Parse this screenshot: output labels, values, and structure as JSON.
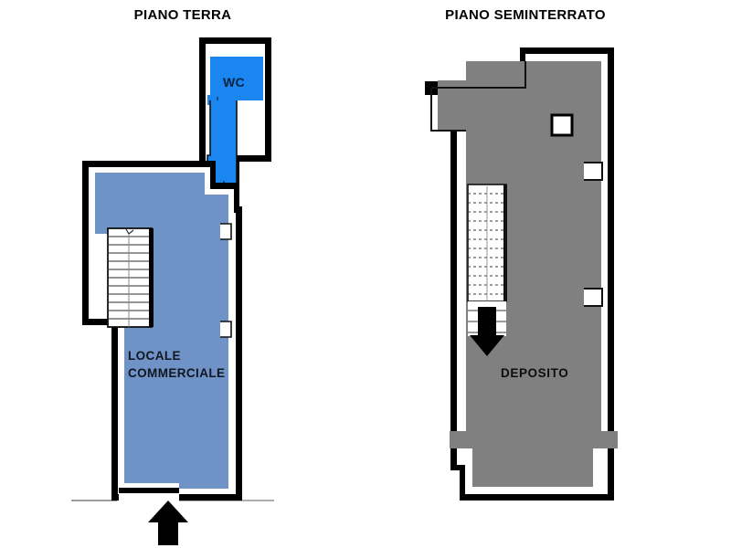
{
  "document": {
    "kind": "floor-plan-sheet",
    "background_color": "#ffffff"
  },
  "plans": [
    {
      "id": "piano-terra",
      "title": "PIANO TERRA",
      "rooms": [
        {
          "id": "wc",
          "label": "WC",
          "fill_color": "#1b85f0"
        },
        {
          "id": "locale-commerciale",
          "label_line1": "LOCALE",
          "label_line2": "COMMERCIALE",
          "fill_color": "#6f93c7"
        }
      ],
      "features": [
        {
          "id": "staircase",
          "name": "staircase-up",
          "treads": 11
        },
        {
          "id": "entrance-arrow",
          "name": "entrance-arrow",
          "direction": "up"
        }
      ],
      "wall_color": "#000000"
    },
    {
      "id": "piano-seminterrato",
      "title": "PIANO SEMINTERRATO",
      "rooms": [
        {
          "id": "deposito",
          "label": "DEPOSITO",
          "fill_color": "#808080"
        }
      ],
      "features": [
        {
          "id": "staircase",
          "name": "staircase-down",
          "treads": 12
        },
        {
          "id": "stair-arrow",
          "name": "stair-direction-arrow",
          "direction": "down"
        },
        {
          "id": "shaft",
          "name": "shaft-opening"
        }
      ],
      "wall_color": "#000000"
    }
  ],
  "colors": {
    "wc_blue": "#1b85f0",
    "commercial_blue": "#6f93c7",
    "deposit_gray": "#808080",
    "wall_black": "#000000",
    "paper_white": "#ffffff"
  }
}
